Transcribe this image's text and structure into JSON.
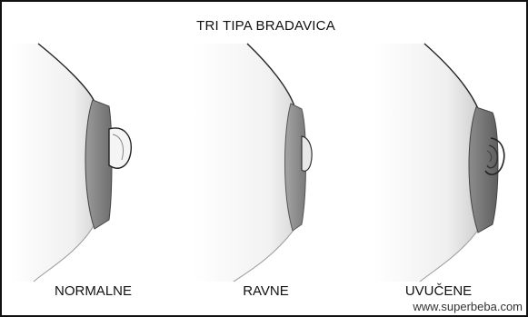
{
  "figure": {
    "title": "TRI TIPA BRADAVICA",
    "panels": [
      {
        "label": "NORMALNE",
        "variant": "normal"
      },
      {
        "label": "RAVNE",
        "variant": "flat"
      },
      {
        "label": "UVUČENE",
        "variant": "inverted"
      }
    ],
    "watermark": "www.superbeba.com"
  },
  "colors": {
    "outline": "#222222",
    "shade": "#9a9a9a",
    "background": "#ffffff"
  }
}
